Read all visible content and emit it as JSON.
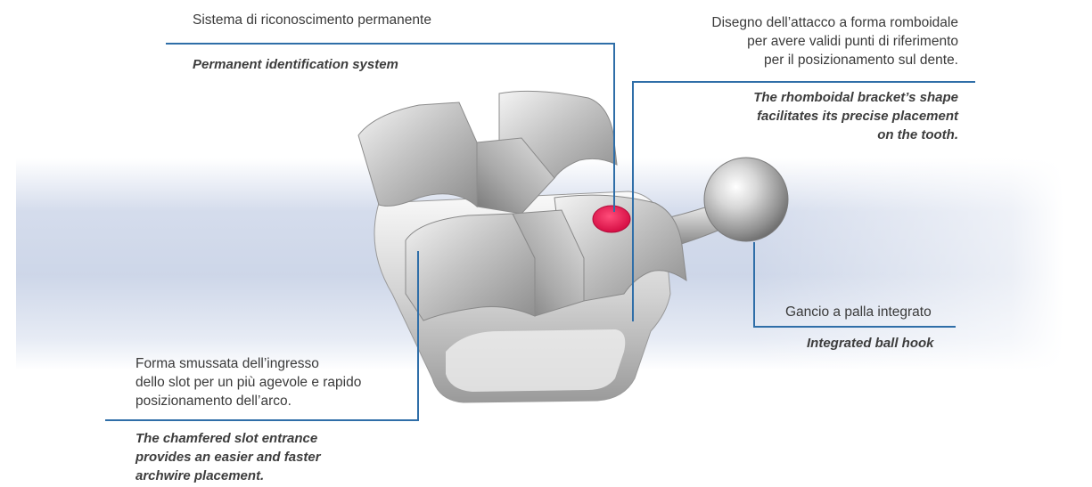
{
  "callouts": {
    "permanent_id": {
      "it": "Sistema di riconoscimento permanente",
      "en": "Permanent identification system"
    },
    "rhomboid": {
      "it_lines": [
        "Disegno dell’attacco a forma romboidale",
        "per avere validi punti di riferimento",
        "per il posizionamento sul dente."
      ],
      "en_lines": [
        "The rhomboidal bracket’s shape",
        "facilitates its precise placement",
        "on the tooth."
      ]
    },
    "ball_hook": {
      "it": "Gancio a palla integrato",
      "en": "Integrated ball hook"
    },
    "chamfered": {
      "it_lines": [
        "Forma smussata dell’ingresso",
        "dello slot per un più agevole e rapido",
        "posizionamento dell’arco."
      ],
      "en_lines": [
        "The chamfered slot entrance",
        "provides an easier and faster",
        "archwire placement."
      ]
    }
  },
  "colors": {
    "leader_line": "#2f6ea8",
    "id_dot": "#e8164f",
    "metal": "#c9c9c9",
    "band": "#cdd6e9"
  }
}
